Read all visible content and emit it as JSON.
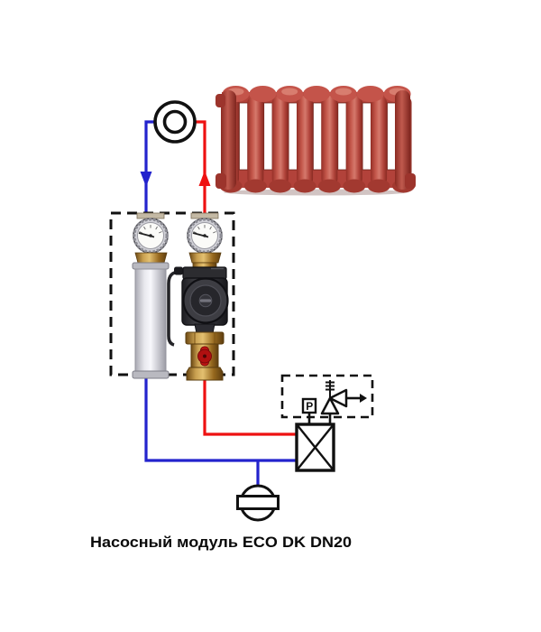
{
  "caption": "Насосный модуль ECO DK DN20",
  "symbols": {
    "pressure_gauge_label": "P"
  },
  "colors": {
    "pipe_hot": "#ee1111",
    "pipe_cold": "#2323cd",
    "line": "#111111",
    "radiator_red": "#bf4a40",
    "brass": "#a87a2e",
    "pump_dark": "#2e2e32",
    "cylinder_grey": "#d8d8de"
  },
  "components": [
    "circulation-circle-symbol",
    "cast-iron-radiator-photo",
    "hot-supply-pipe",
    "cold-return-pipe",
    "pump-module-dashed-outline",
    "thermometer-gauge-return",
    "thermometer-gauge-supply",
    "check-valve-cartridge",
    "circulation-pump",
    "ball-valve-red-handle",
    "safety-group-dashed-outline",
    "pressure-gauge-symbol",
    "safety-valve-symbol",
    "boiler-symbol",
    "expansion-tank-symbol"
  ]
}
